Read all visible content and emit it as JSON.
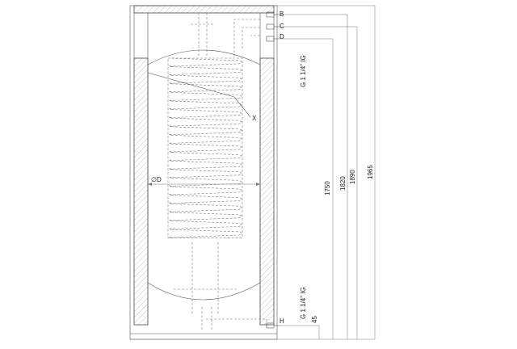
{
  "labels": {
    "connection_b": "B",
    "connection_c": "C",
    "connection_d": "D",
    "connection_h": "H",
    "coil": "X",
    "diameter": "∅D",
    "thread_top": "G 1 1/4\" IG",
    "thread_bottom": "G 1 1/4\" IG"
  },
  "dimensions": {
    "d1750": "1750",
    "d1820": "1820",
    "d1890": "1890",
    "d1965": "1965",
    "d45": "45"
  }
}
